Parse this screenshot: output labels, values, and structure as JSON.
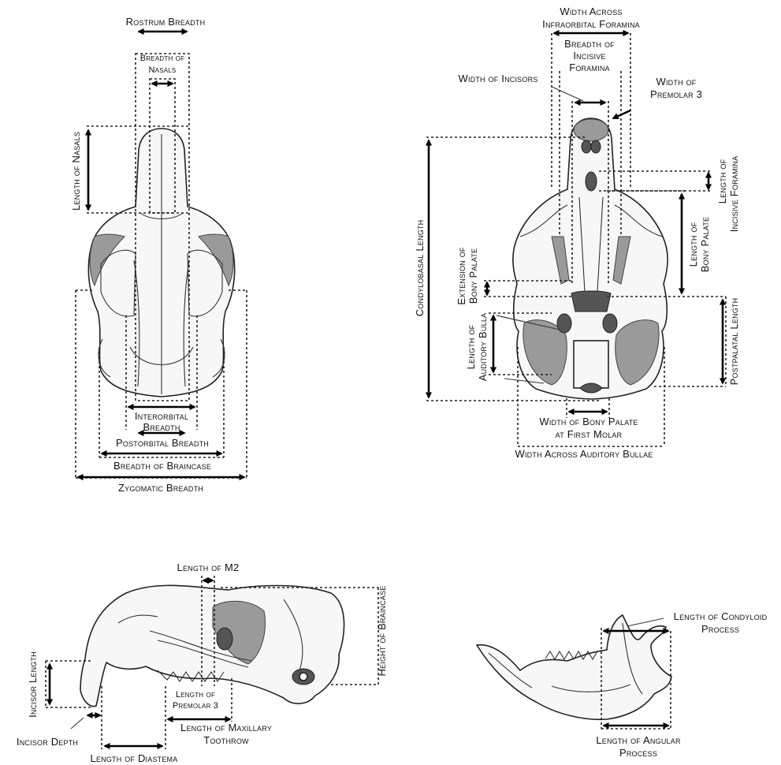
{
  "dorsal": {
    "rostrum_breadth": "Rostrum Breadth",
    "breadth_of_nasals_1": "Breadth of",
    "breadth_of_nasals_2": "Nasals",
    "length_of_nasals": "Length of Nasals",
    "interorbital_1": "Interorbital",
    "interorbital_2": "Breadth",
    "postorbital_breadth": "Postorbital Breadth",
    "breadth_of_braincase": "Breadth of Braincase",
    "zygomatic_breadth": "Zygomatic Breadth"
  },
  "ventral": {
    "width_across_if_1": "Width Across",
    "width_across_if_2": "Infraorbital Foramina",
    "breadth_incisive_1": "Breadth of",
    "breadth_incisive_2": "Incisive",
    "breadth_incisive_3": "Foramina",
    "width_of_incisors": "Width of Incisors",
    "width_premolar_1": "Width of",
    "width_premolar_2": "Premolar 3",
    "length_incisive_foramina_1": "Length of",
    "length_incisive_foramina_2": "Incisive Foramina",
    "length_bony_palate_1": "Length of",
    "length_bony_palate_2": "Bony Palate",
    "condylobasal_length": "Condylobasal Length",
    "extension_bony_palate_1": "Extension of",
    "extension_bony_palate_2": "Bony Palate",
    "length_auditory_bulla_1": "Length of",
    "length_auditory_bulla_2": "Auditory Bulla",
    "postpalatal_length": "Postpalatal Length",
    "width_bony_palate_1": "Width of Bony Palate",
    "width_bony_palate_2": "at First Molar",
    "width_across_bullae": "Width Across Auditory Bullae"
  },
  "lateral": {
    "length_of_m2": "Length of M2",
    "height_of_braincase": "Height of Braincase",
    "incisor_length": "Incisor Length",
    "length_premolar_1": "Length of",
    "length_premolar_2": "Premolar 3",
    "incisor_depth": "Incisor Depth",
    "length_maxillary_1": "Length of Maxillary",
    "length_maxillary_2": "Toothrow",
    "length_of_diastema": "Length of Diastema"
  },
  "mandible": {
    "length_condyloid_1": "Length of Condyloid",
    "length_condyloid_2": "Process",
    "length_angular_1": "Length of Angular",
    "length_angular_2": "Process"
  }
}
